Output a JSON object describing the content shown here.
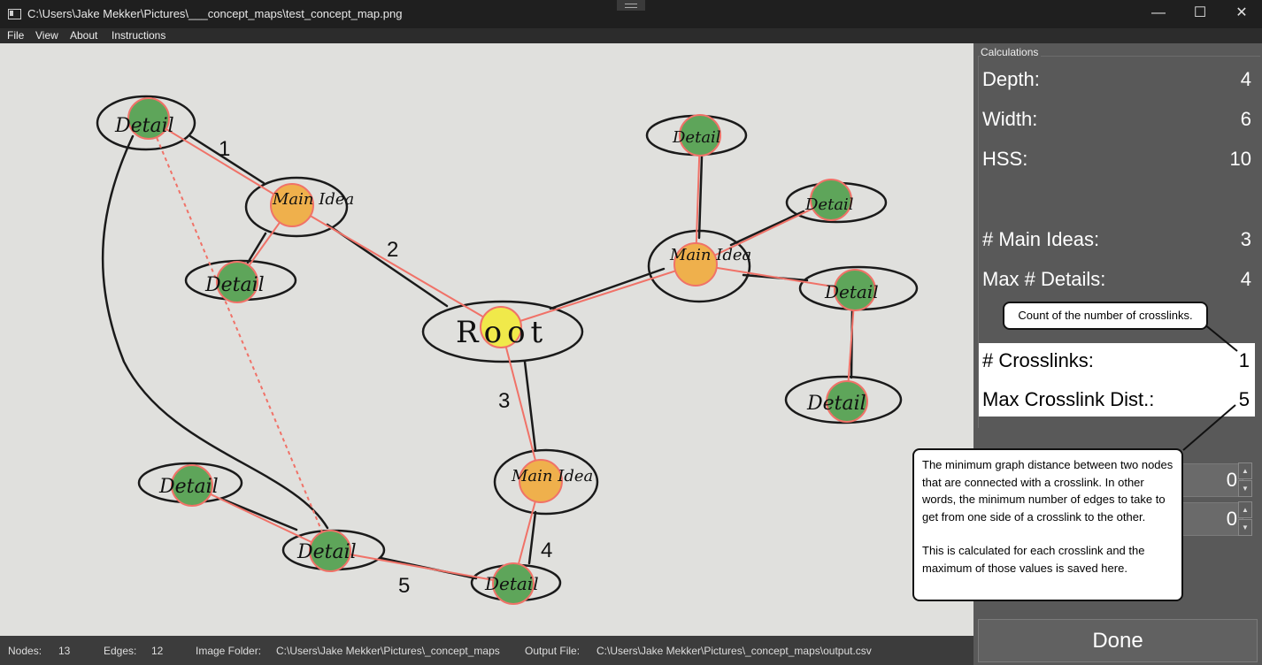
{
  "window": {
    "title": "C:\\Users\\Jake Mekker\\Pictures\\___concept_maps\\test_concept_map.png",
    "minimize_icon": "minimize-icon",
    "maximize_icon": "maximize-icon",
    "close_icon": "close-icon"
  },
  "menu": [
    "File",
    "View",
    "About",
    "Instructions"
  ],
  "canvas": {
    "node_labels": {
      "root": "Root",
      "main_idea": "Main Idea",
      "detail": "Detail"
    },
    "edge_numbers": [
      "1",
      "2",
      "3",
      "4",
      "5"
    ],
    "colors": {
      "paper": "#e0e0dd",
      "root_fill": "#f0e94a",
      "main_fill": "#efb04c",
      "detail_fill": "#5ea55a",
      "graph_line": "#f07268"
    }
  },
  "calculations": {
    "group_label": "Calculations",
    "depth": {
      "label": "Depth:",
      "value": "4"
    },
    "width": {
      "label": "Width:",
      "value": "6"
    },
    "hss": {
      "label": "HSS:",
      "value": "10"
    },
    "main_ideas": {
      "label": "# Main Ideas:",
      "value": "3"
    },
    "max_details": {
      "label": "Max # Details:",
      "value": "4"
    },
    "crosslinks": {
      "label": "# Crosslinks:",
      "value": "1"
    },
    "max_crosslink_dist": {
      "label": "Max Crosslink Dist.:",
      "value": "5"
    },
    "spinner1": "0",
    "spinner2": "0"
  },
  "tooltips": {
    "crosslinks": "Count of the number of crosslinks.",
    "distance_p1": "The minimum graph distance between two nodes that are connected with a crosslink. In other words, the minimum number of edges to take to get from one side of a crosslink to the other.",
    "distance_p2": "This is calculated for each crosslink and the maximum of those values is saved here."
  },
  "done_button": "Done",
  "status": {
    "nodes_label": "Nodes:",
    "nodes_value": "13",
    "edges_label": "Edges:",
    "edges_value": "12",
    "image_folder_label": "Image Folder:",
    "image_folder_value": "C:\\Users\\Jake Mekker\\Pictures\\_concept_maps",
    "output_file_label": "Output File:",
    "output_file_value": "C:\\Users\\Jake Mekker\\Pictures\\_concept_maps\\output.csv"
  }
}
